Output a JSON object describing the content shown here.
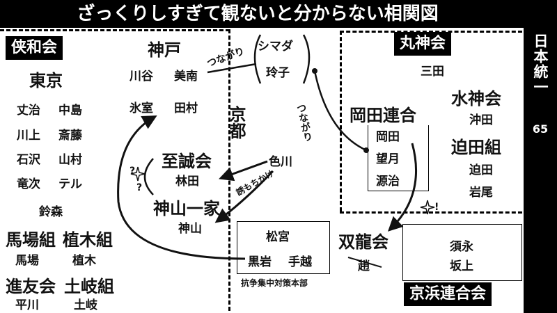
{
  "title": "ざっくりしすぎて観ないと分からない相関図",
  "side_banner": {
    "title": "日本統一",
    "number": "65"
  },
  "groups": {
    "kyowakai": {
      "label": "侠和会",
      "tokyo": "東京",
      "tokyo_members": [
        "丈治",
        "中島",
        "川上",
        "斎藤",
        "石沢",
        "山村",
        "竜次",
        "テル"
      ],
      "suzumori": "鈴森",
      "baba_gumi": "馬場組",
      "baba": "馬場",
      "ueki_gumi": "植木組",
      "ueki": "植木",
      "shinyukai": "進友会",
      "hirakawa": "平川",
      "dokigumi": "土岐組",
      "doki": "土岐"
    },
    "kobe": {
      "label": "神戸",
      "members": [
        "川谷",
        "美南",
        "氷室",
        "田村"
      ]
    },
    "kyoto": {
      "label": "京都",
      "shiseikai": "至誠会",
      "hayashida": "林田",
      "kamiyama_ikka": "神山一家",
      "kamiyama": "神山",
      "irokawa": "色川"
    },
    "shimada": {
      "name": "シマダ",
      "sub": "玲子"
    },
    "taisaku": {
      "members": [
        "松宮",
        "黒岩",
        "手越"
      ],
      "footer": "抗争集中対策本部"
    },
    "marujinkai": {
      "label": "丸神会",
      "mita": "三田",
      "okada_rengo": "岡田連合",
      "okada_members": [
        "岡田",
        "望月",
        "源治"
      ],
      "suijinkai": "水神会",
      "okita": "沖田",
      "sakoda_gumi": "迫田組",
      "sakoda": "迫田",
      "iwao": "岩尾"
    },
    "soryukai": {
      "label": "双龍会",
      "member": "趙"
    },
    "keihin": {
      "label": "京浜連合会",
      "members": [
        "須永",
        "坂上"
      ]
    }
  },
  "annotations": {
    "tsunagari_1": "つながり",
    "tsunagari_2": "つながり",
    "sasoi": "誘もちかけ",
    "q1": "?",
    "q2": "?",
    "excl": "!"
  }
}
